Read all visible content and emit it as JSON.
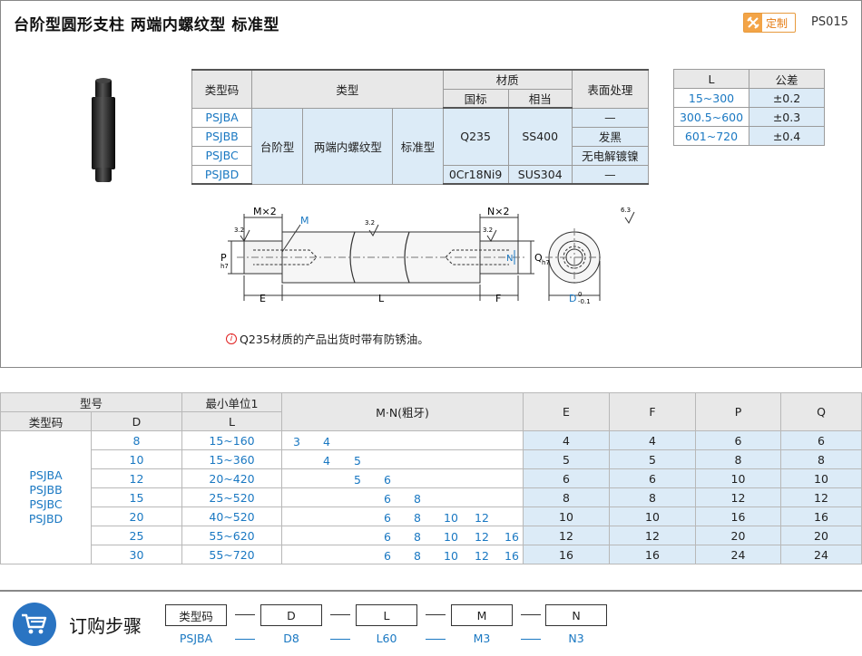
{
  "header": {
    "title": "台阶型圆形支柱  两端内螺纹型  标准型",
    "custom_label": "定制",
    "product_code": "PS015"
  },
  "material_table": {
    "col_code": "类型码",
    "col_type": "类型",
    "col_material": "材质",
    "col_standard": "国标",
    "col_equivalent": "相当",
    "col_surface": "表面处理",
    "codes": [
      "PSJBA",
      "PSJBB",
      "PSJBC",
      "PSJBD"
    ],
    "type_1": "台阶型",
    "type_2": "两端内螺纹型",
    "type_3": "标准型",
    "mat1_standard": "Q235",
    "mat1_equivalent": "SS400",
    "mat2_standard": "0Cr18Ni9",
    "mat2_equivalent": "SUS304",
    "surfaces": [
      "—",
      "发黑",
      "无电解镀镍",
      "—"
    ]
  },
  "tolerance_table": {
    "col_l": "L",
    "col_tol": "公差",
    "rows": [
      {
        "l": "15~300",
        "tol": "±0.2"
      },
      {
        "l": "300.5~600",
        "tol": "±0.3"
      },
      {
        "l": "601~720",
        "tol": "±0.4"
      }
    ]
  },
  "drawing": {
    "mx2": "M×2",
    "m": "M",
    "nx2": "N×2",
    "n": "N",
    "p": "P",
    "p_sub": "h7",
    "q": "Q",
    "q_sub": "h7",
    "e": "E",
    "l": "L",
    "f": "F",
    "d": "D",
    "d_tol_up": "0",
    "d_tol_low": "-0.1",
    "rough_32": "3.2",
    "rough_63": "6.3"
  },
  "note": "Q235材质的产品出货时带有防锈油。",
  "spec_table": {
    "h_model": "型号",
    "h_min_unit": "最小单位1",
    "h_code": "类型码",
    "h_d": "D",
    "h_l": "L",
    "h_mn": "M·N(粗牙)",
    "h_e": "E",
    "h_f": "F",
    "h_p": "P",
    "h_q": "Q",
    "codes": [
      "PSJBA",
      "PSJBB",
      "PSJBC",
      "PSJBD"
    ],
    "rows": [
      {
        "d": "8",
        "l": "15~160",
        "mn": [
          "3",
          "4",
          "",
          "",
          "",
          "",
          "",
          ""
        ],
        "e": "4",
        "f": "4",
        "p": "6",
        "q": "6"
      },
      {
        "d": "10",
        "l": "15~360",
        "mn": [
          "",
          "4",
          "5",
          "",
          "",
          "",
          "",
          ""
        ],
        "e": "5",
        "f": "5",
        "p": "8",
        "q": "8"
      },
      {
        "d": "12",
        "l": "20~420",
        "mn": [
          "",
          "",
          "5",
          "6",
          "",
          "",
          "",
          ""
        ],
        "e": "6",
        "f": "6",
        "p": "10",
        "q": "10"
      },
      {
        "d": "15",
        "l": "25~520",
        "mn": [
          "",
          "",
          "",
          "6",
          "8",
          "",
          "",
          ""
        ],
        "e": "8",
        "f": "8",
        "p": "12",
        "q": "12"
      },
      {
        "d": "20",
        "l": "40~520",
        "mn": [
          "",
          "",
          "",
          "6",
          "8",
          "10",
          "12",
          ""
        ],
        "e": "10",
        "f": "10",
        "p": "16",
        "q": "16"
      },
      {
        "d": "25",
        "l": "55~620",
        "mn": [
          "",
          "",
          "",
          "6",
          "8",
          "10",
          "12",
          "16"
        ],
        "e": "12",
        "f": "12",
        "p": "20",
        "q": "20"
      },
      {
        "d": "30",
        "l": "55~720",
        "mn": [
          "",
          "",
          "",
          "6",
          "8",
          "10",
          "12",
          "16"
        ],
        "e": "16",
        "f": "16",
        "p": "24",
        "q": "24"
      }
    ]
  },
  "order": {
    "title": "订购步骤",
    "steps": [
      "类型码",
      "D",
      "L",
      "M",
      "N"
    ],
    "values": [
      "PSJBA",
      "D8",
      "L60",
      "M3",
      "N3"
    ]
  }
}
